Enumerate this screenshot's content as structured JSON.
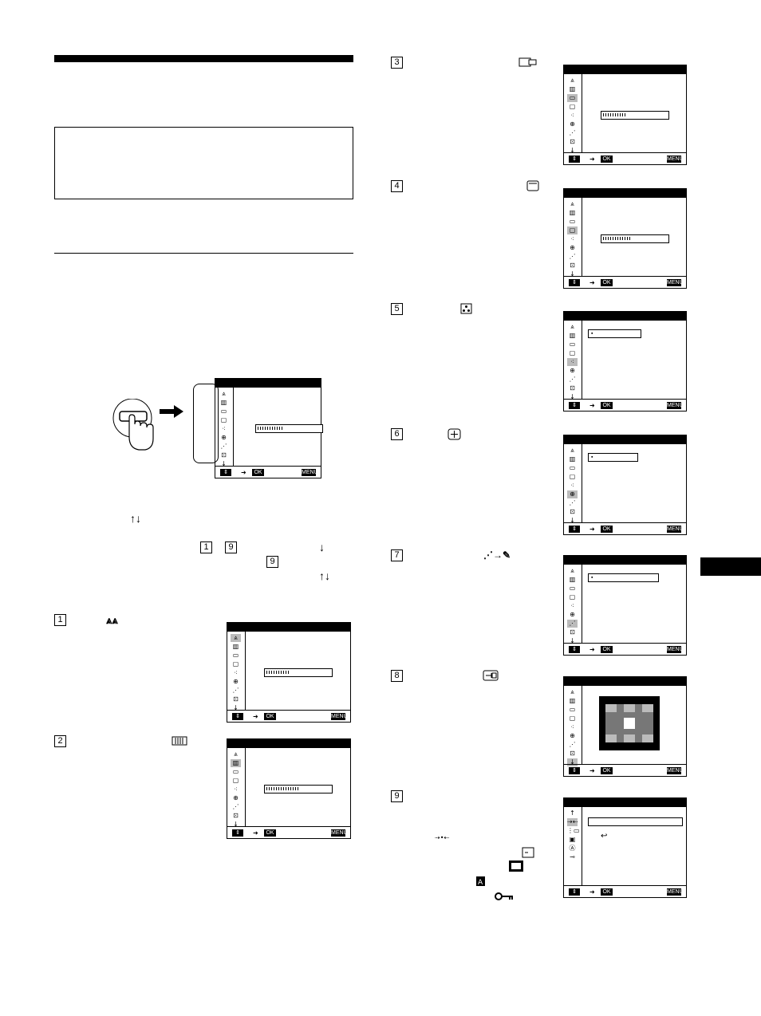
{
  "buttons": {
    "ok": "OK",
    "menu": "MENU"
  },
  "steps": [
    {
      "num": "1",
      "icon": "picture-icon"
    },
    {
      "num": "2",
      "icon": "bars-icon"
    },
    {
      "num": "3",
      "icon": "size-icon"
    },
    {
      "num": "4",
      "icon": "geometry-icon"
    },
    {
      "num": "5",
      "icon": "convergence-icon"
    },
    {
      "num": "6",
      "icon": "landing-icon"
    },
    {
      "num": "7",
      "icon": "color-icon"
    },
    {
      "num": "8",
      "icon": "zoom-icon"
    },
    {
      "num": "9",
      "icon": "options-icon"
    }
  ],
  "inline_refs": {
    "first": "1",
    "last": "9",
    "again": "9"
  },
  "arrows": {
    "updown": "↑↓",
    "down": "↓"
  }
}
